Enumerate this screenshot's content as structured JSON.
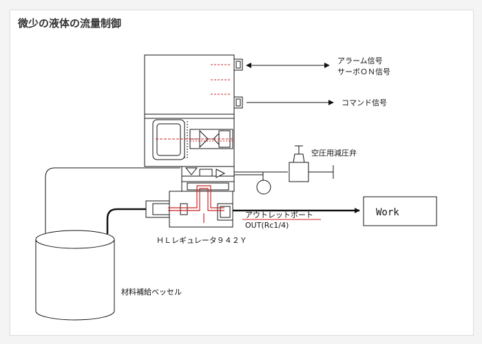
{
  "title": "微少の液体の流量制御",
  "labels": {
    "alarm_signal": "アラーム信号",
    "servo_on_signal": "サーボＯＮ信号",
    "command_signal": "コマンド信号",
    "regulator_valve": "空圧用減圧弁",
    "work": "Work",
    "outlet_port": "アウトレットポート",
    "outlet_spec": "OUT(Rc1/4)",
    "hl_regulator": "ＨＬレギュレータ９４２Ｙ",
    "material_vessel": "材料補給ベッセル"
  },
  "colors": {
    "line": "#111111",
    "pipe": "#111111",
    "flow_path": "#cc2222",
    "frame_bg": "#f4f4f4"
  }
}
